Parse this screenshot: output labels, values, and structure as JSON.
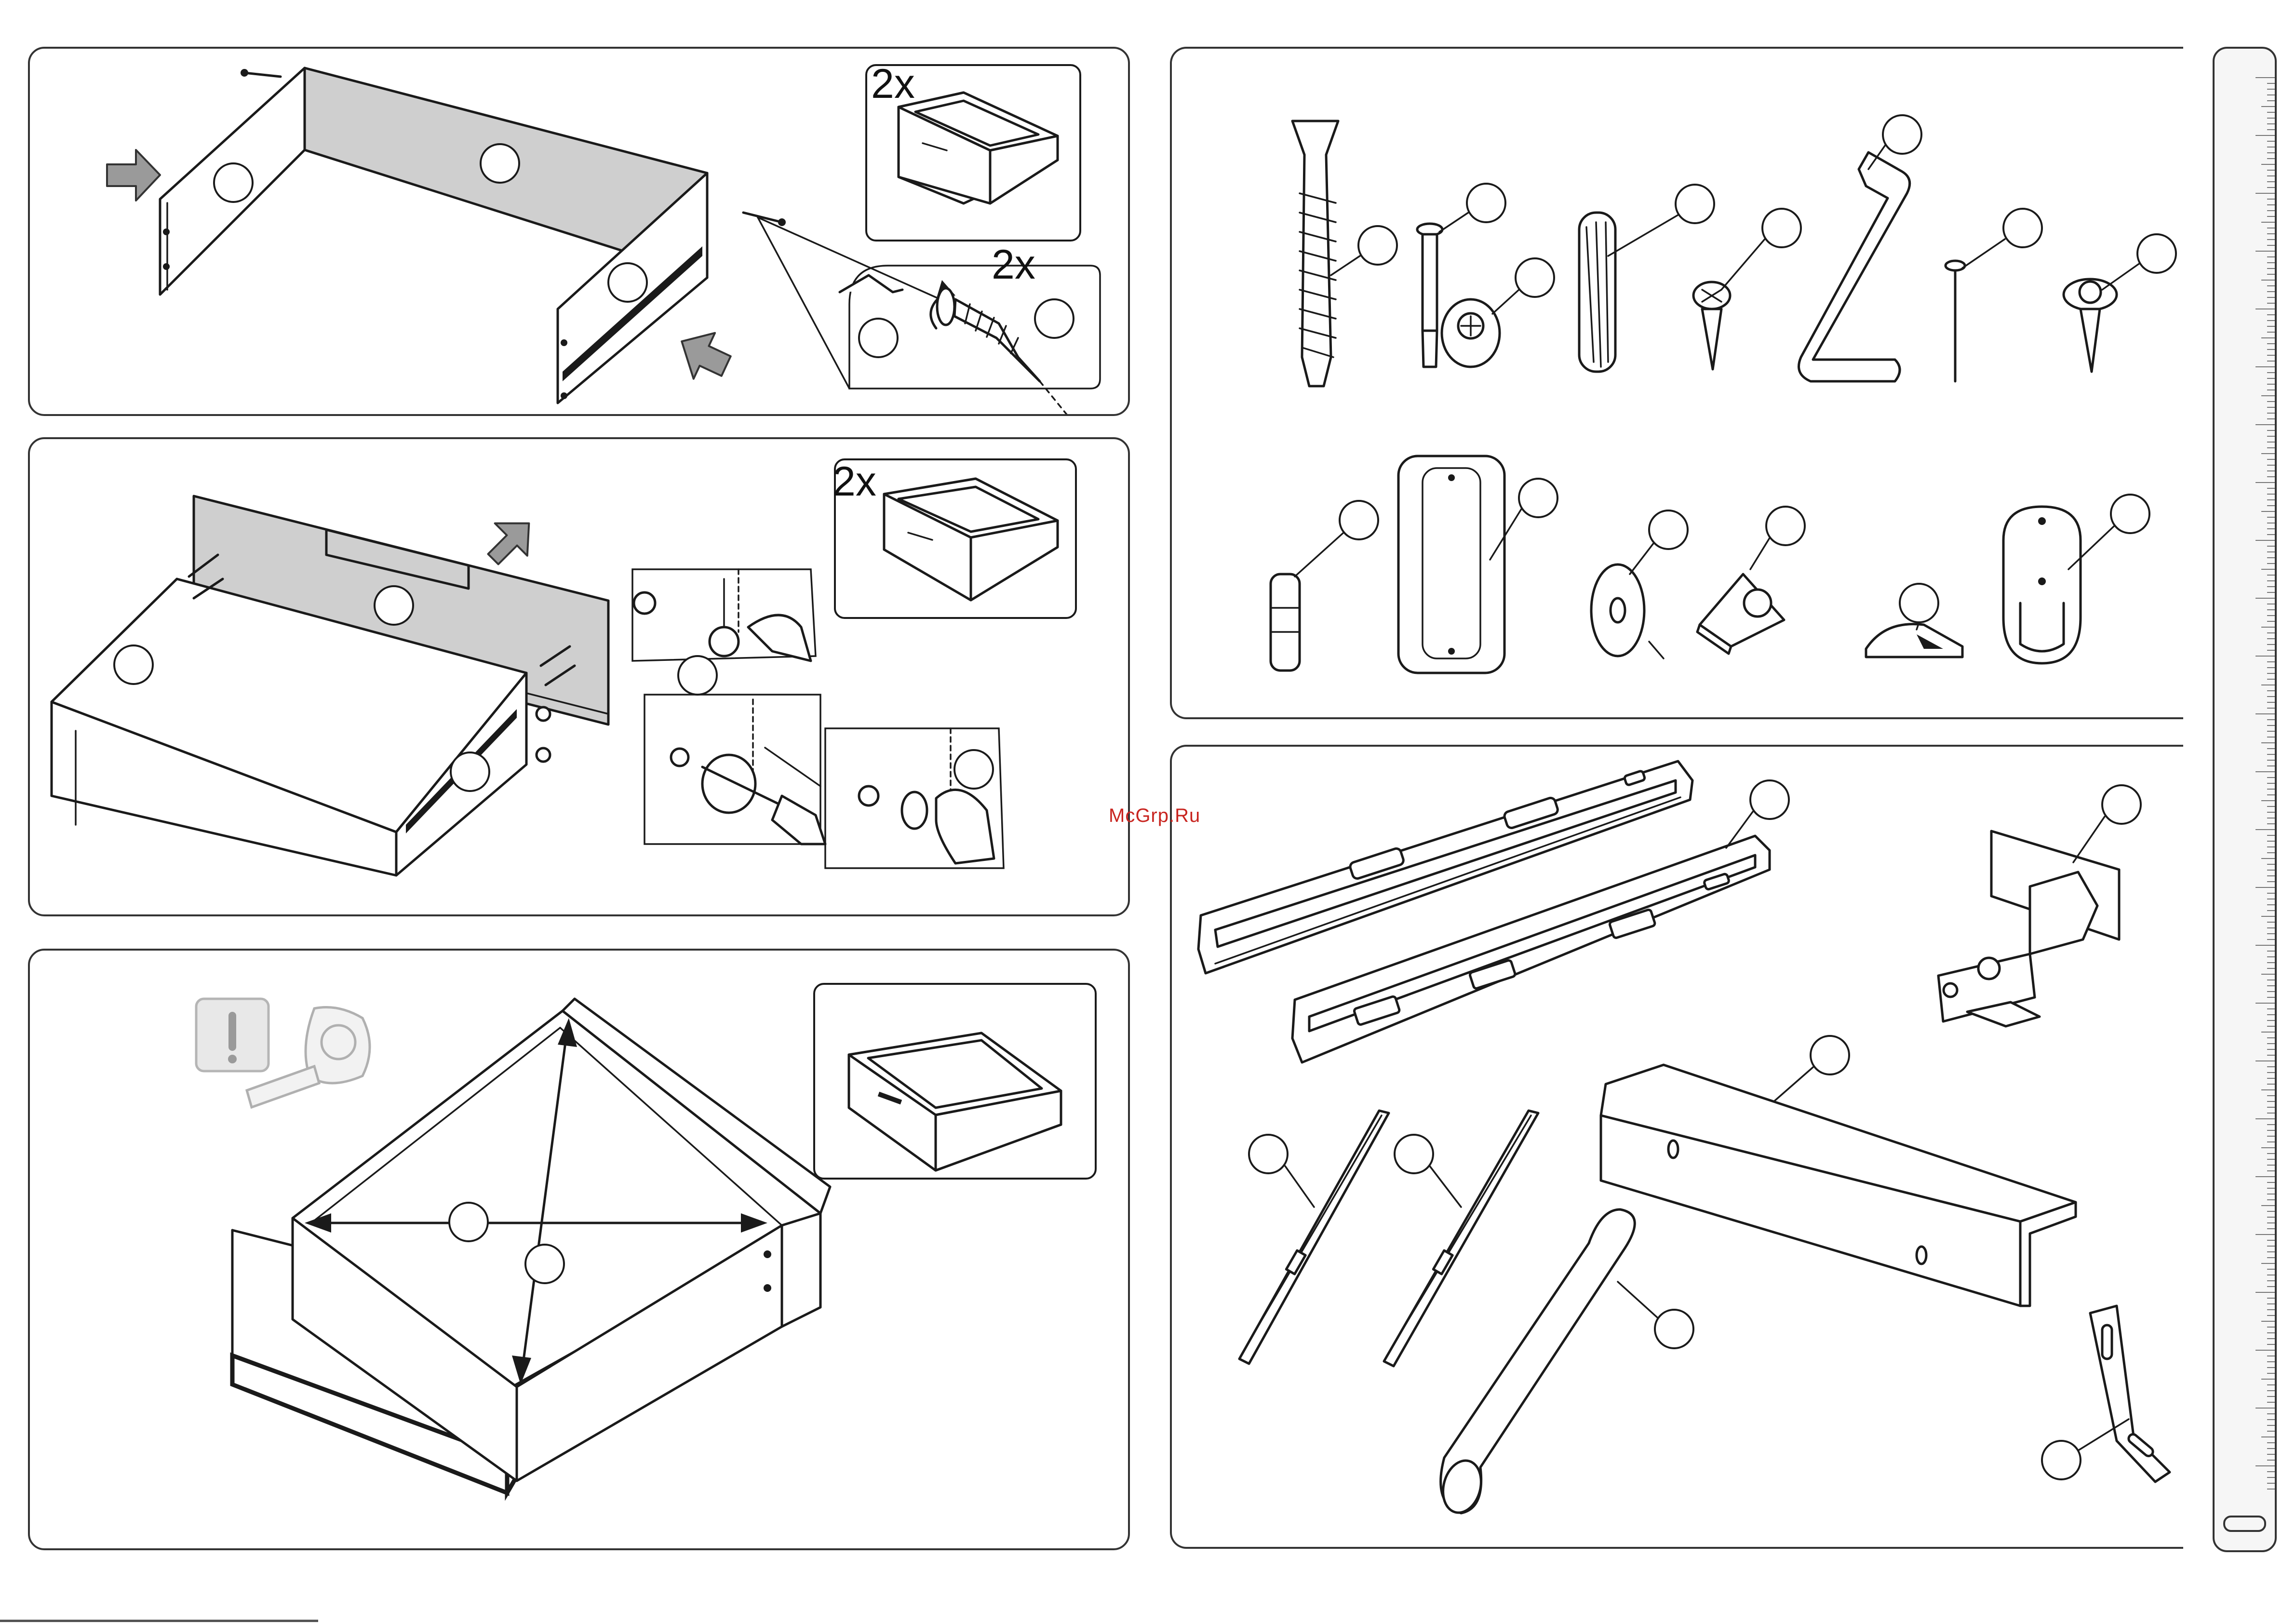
{
  "insets": {
    "step1_count": "2x",
    "step1_screw_count": "2x",
    "step2_count": "2x"
  },
  "watermark": "McGrp.Ru",
  "colors": {
    "ink": "#1a1a1a",
    "panel_gray": "#cfcfcf",
    "arrow_gray": "#9a9a9a",
    "watermark_red": "#c8241f"
  },
  "icons": {
    "warning": "exclamation-icon",
    "measure": "tape-measure-icon"
  }
}
